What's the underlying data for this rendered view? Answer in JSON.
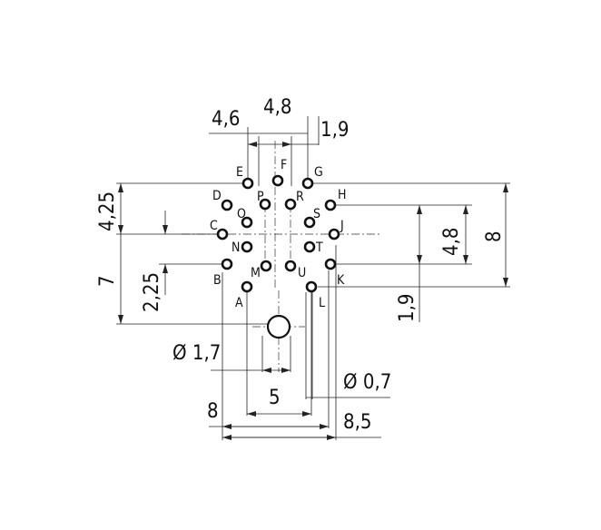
{
  "dimensions": {
    "top_left": "4,6",
    "top_middle": "4,8",
    "top_right": "1,9",
    "left_outer_top": "4,25",
    "left_outer_bottom": "7",
    "left_inner": "2,25",
    "right_inner_top": "4,8",
    "right_outer": "8",
    "right_inner_bottom": "1,9",
    "hole_diameter": "Ø 1,7",
    "pin_diameter": "Ø 0,7",
    "bottom_inner": "5",
    "bottom_left": "8",
    "bottom_right": "8,5"
  },
  "pins": [
    "A",
    "B",
    "C",
    "D",
    "E",
    "F",
    "G",
    "H",
    "J",
    "K",
    "L",
    "M",
    "N",
    "O",
    "P",
    "R",
    "S",
    "T",
    "U"
  ]
}
